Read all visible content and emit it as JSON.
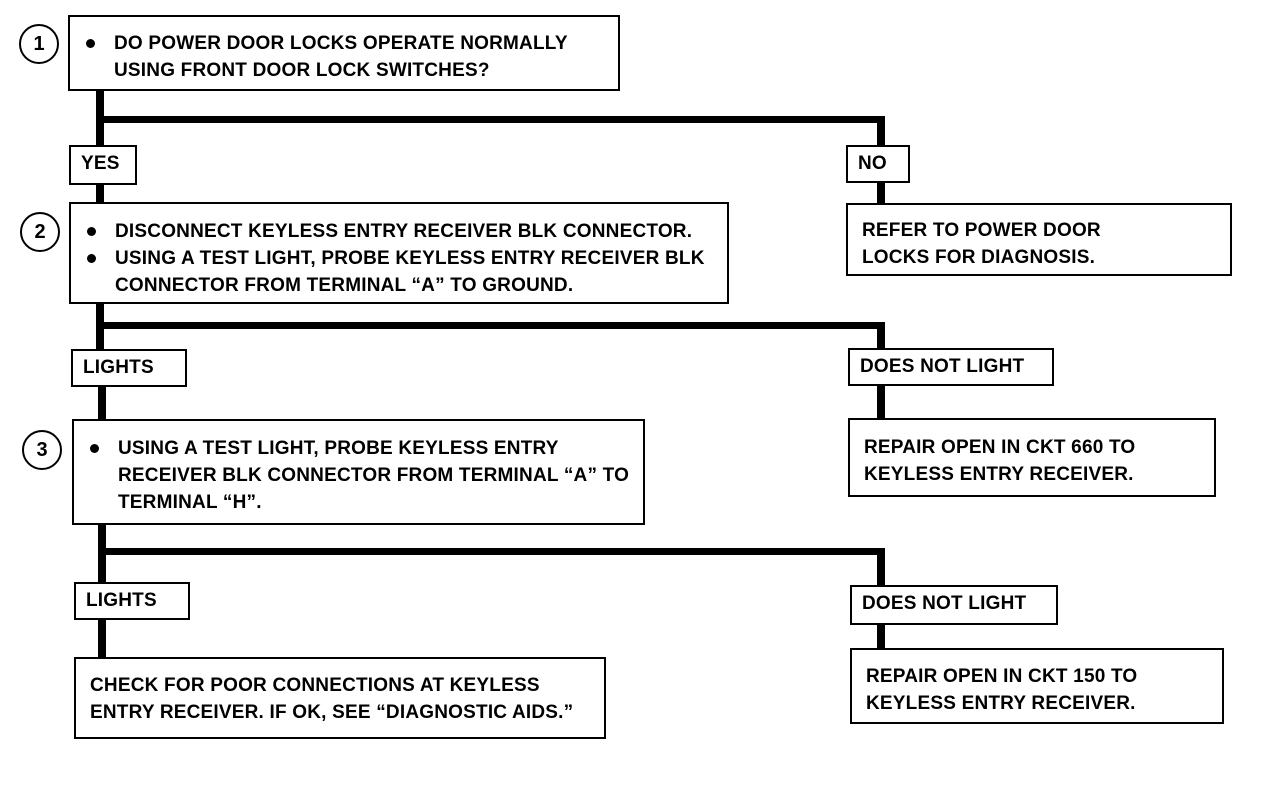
{
  "steps": [
    {
      "number": "1",
      "bullets": [
        "DO POWER DOOR LOCKS OPERATE NORMALLY USING FRONT DOOR LOCK SWITCHES?"
      ]
    },
    {
      "number": "2",
      "bullets": [
        "DISCONNECT KEYLESS ENTRY RECEIVER BLK CONNECTOR.",
        "USING A TEST LIGHT, PROBE KEYLESS ENTRY RECEIVER BLK CONNECTOR FROM TERMINAL “A” TO GROUND."
      ]
    },
    {
      "number": "3",
      "bullets": [
        "USING A TEST LIGHT, PROBE KEYLESS ENTRY RECEIVER BLK CONNECTOR FROM TERMINAL “A” TO TERMINAL “H”."
      ]
    }
  ],
  "branches": {
    "step1_yes": "YES",
    "step1_no": "NO",
    "step2_lights": "LIGHTS",
    "step2_not_light": "DOES NOT LIGHT",
    "step3_lights": "LIGHTS",
    "step3_not_light": "DOES NOT LIGHT"
  },
  "results": {
    "power_door_locks": "REFER TO POWER DOOR LOCKS FOR DIAGNOSIS.",
    "ckt660": "REPAIR OPEN IN CKT 660 TO KEYLESS ENTRY RECEIVER.",
    "poor_connections": "CHECK FOR POOR CONNECTIONS AT KEYLESS ENTRY RECEIVER.  IF OK, SEE “DIAGNOSTIC AIDS.”",
    "ckt150": "REPAIR OPEN IN CKT 150 TO KEYLESS ENTRY RECEIVER."
  }
}
